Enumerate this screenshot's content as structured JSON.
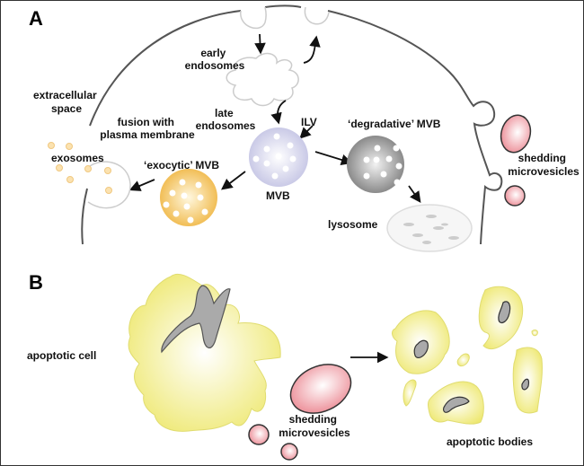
{
  "panels": {
    "a": {
      "letter": "A"
    },
    "b": {
      "letter": "B"
    }
  },
  "panel_a_labels": {
    "early_endosomes": [
      "early",
      "endosomes"
    ],
    "extracellular_space": [
      "extracellular",
      "space"
    ],
    "late_endosomes": [
      "late",
      "endosomes"
    ],
    "fusion": [
      "fusion with",
      "plasma membrane"
    ],
    "ilv": "ILV",
    "exosomes": "exosomes",
    "exocytic_mvb": "‘exocytic’ MVB",
    "mvb": "MVB",
    "degradative_mvb": "‘degradative’ MVB",
    "lysosome": "lysosome",
    "shedding_microvesicles": [
      "shedding",
      "microvesicles"
    ]
  },
  "panel_b_labels": {
    "apoptotic_cell": "apoptotic cell",
    "shedding_microvesicles": [
      "shedding",
      "microvesicles"
    ],
    "apoptotic_bodies": "apoptotic bodies"
  },
  "colors": {
    "membrane": "#555555",
    "mvb": "#c8c8e6",
    "exocytic_mvb": "#f2c060",
    "degradative_mvb": "#8c8c8c",
    "microvesicle": "#f0a0a8",
    "apoptotic": "#f0ec80",
    "nucleus": "#a8a8a8"
  }
}
